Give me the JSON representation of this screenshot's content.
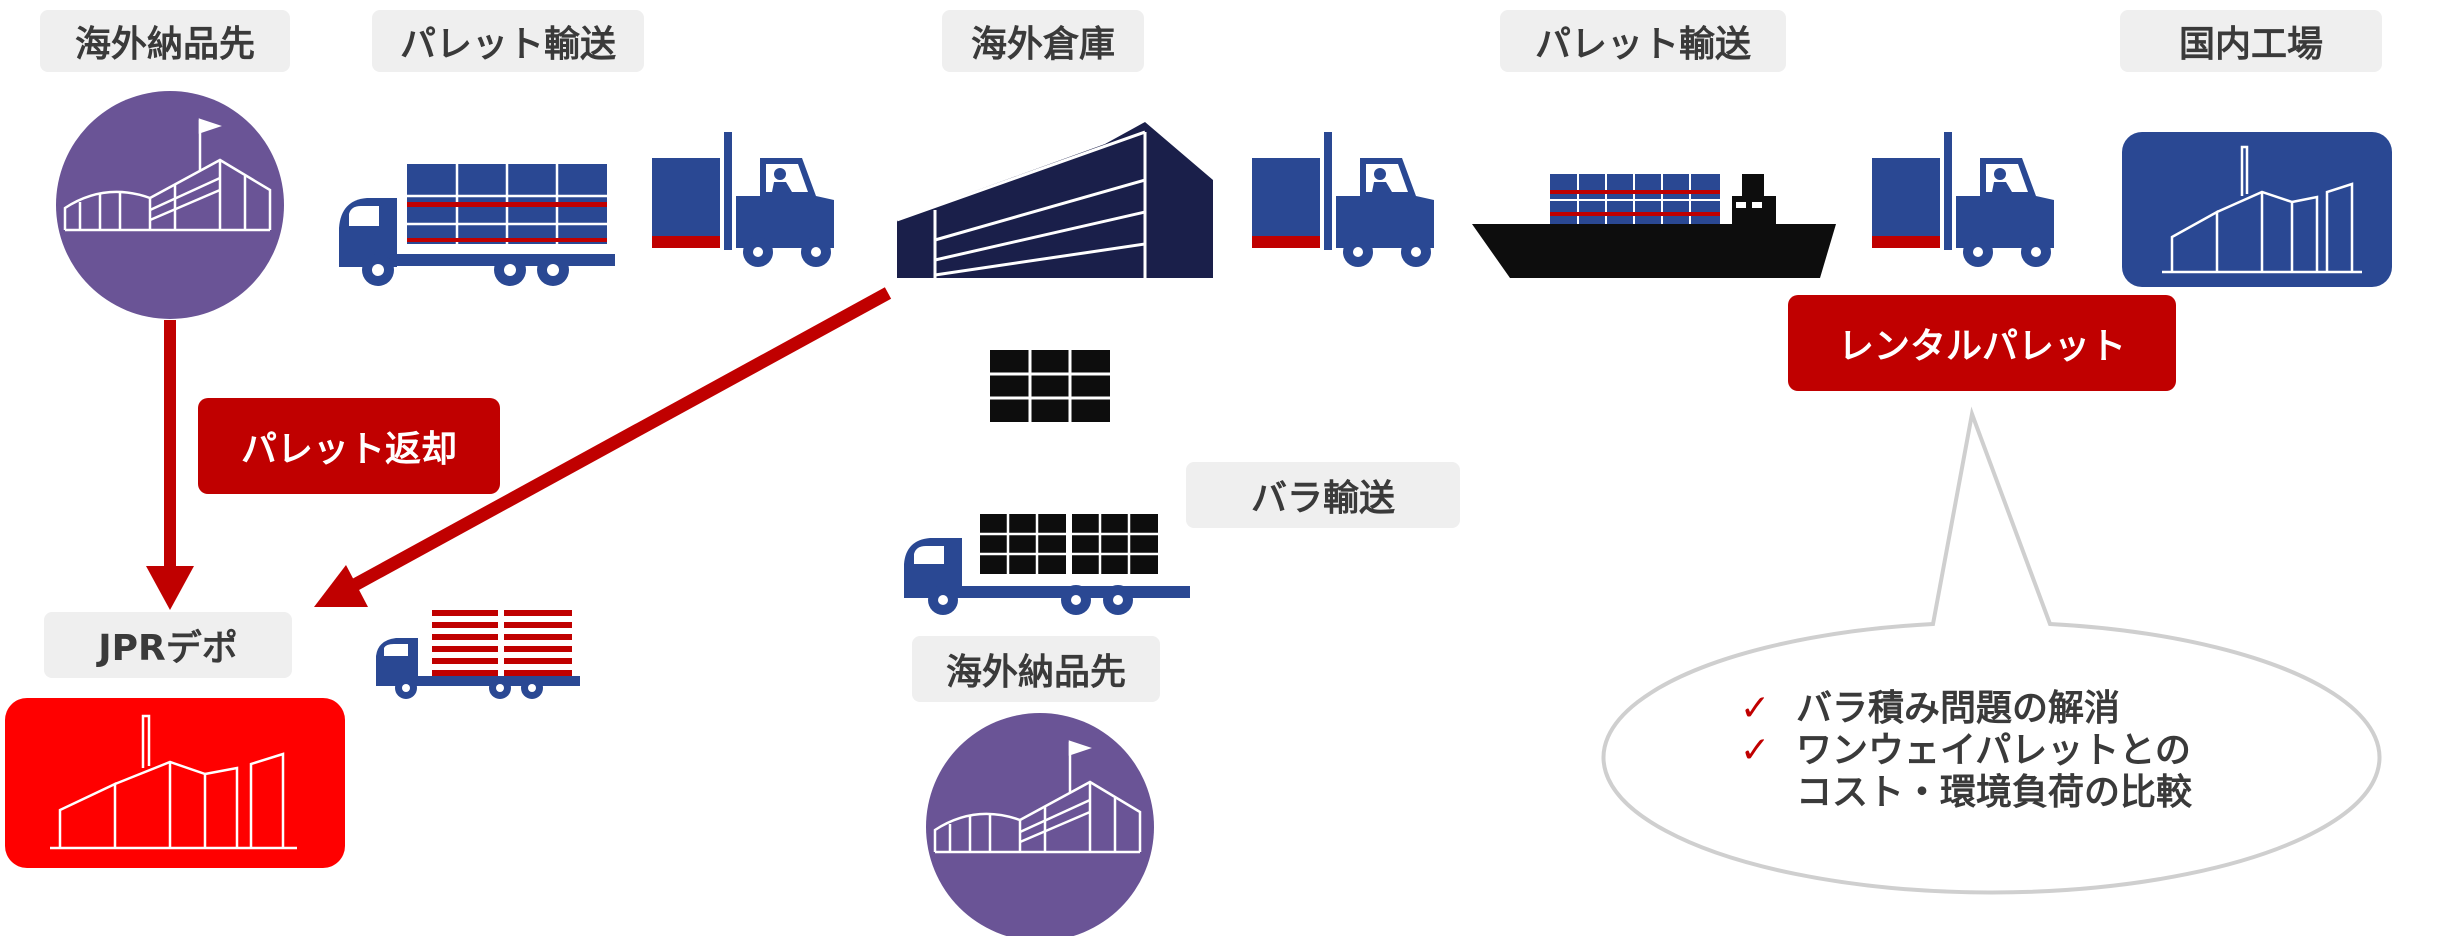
{
  "labels": {
    "origin_customer": "海外納品先",
    "pallet_transport_1": "パレット輸送",
    "overseas_warehouse": "海外倉庫",
    "pallet_transport_2": "パレット輸送",
    "domestic_factory": "国内工場",
    "bulk_transport": "バラ輸送",
    "jpr_depot": "JPRデポ",
    "bottom_customer": "海外納品先"
  },
  "buttons": {
    "pallet_return": "パレット返却",
    "rental_pallet": "レンタルパレット"
  },
  "bubble": {
    "check_mark": "✓",
    "line1": "バラ積み問題の解消",
    "line2": "ワンウェイパレットとの",
    "line3": "コスト・環境負荷の比較"
  },
  "colors": {
    "navy": "#2a4893",
    "purple": "#6a5496",
    "red": "#c00000",
    "bright_red": "#ff0000",
    "label_bg": "#efefef"
  }
}
